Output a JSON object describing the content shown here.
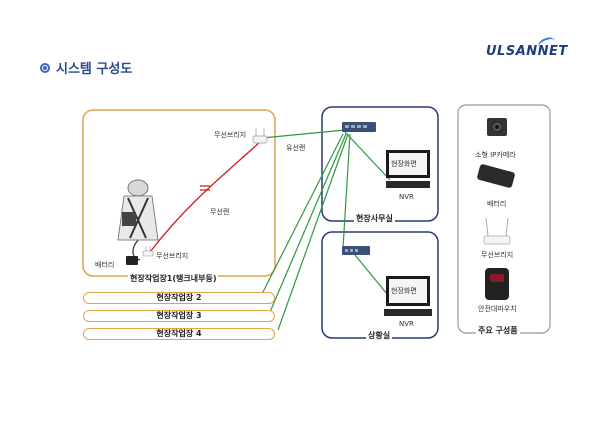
{
  "header": {
    "title": "시스템 구성도",
    "logo": "ULSANNET"
  },
  "site1": {
    "label": "현장작업장1(탱크내부등)",
    "ap_label": "무선브리지",
    "wireless_label": "무선랜",
    "battery_label": "배터리",
    "bridge_label": "무선브리지"
  },
  "wired_label": "유선랜",
  "sites": [
    "현장작업장 2",
    "현장작업장 3",
    "현장작업장 4"
  ],
  "office": {
    "label": "현장사무실",
    "screen": "현장화면",
    "nvr": "NVR"
  },
  "control": {
    "label": "상황실",
    "screen": "현장화면",
    "nvr": "NVR"
  },
  "components": {
    "label": "주요 구성품",
    "items": [
      "소형 IP카메라",
      "배터리",
      "무선브리지",
      "안전대파우치"
    ]
  },
  "colors": {
    "site_border": "#e0a44a",
    "room_border": "#2a3a7a",
    "wire": "#2e9a3e",
    "wireless": "#cc2222"
  }
}
